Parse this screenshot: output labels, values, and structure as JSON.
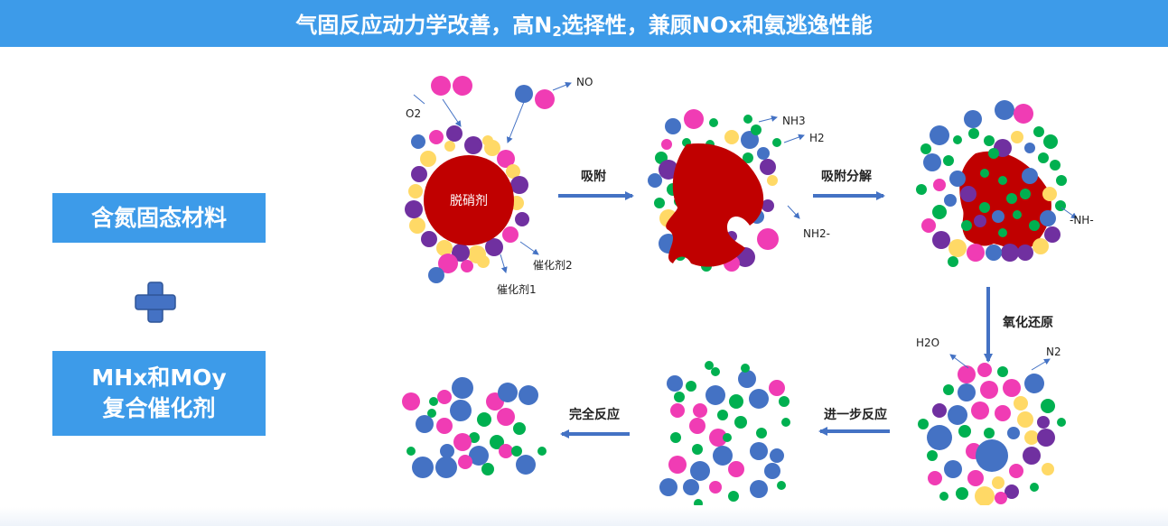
{
  "header": {
    "title_part1": "气固反应动力学改善，高N",
    "title_sub": "2",
    "title_part2": "选择性，兼顾NOx和氨逃逸性能"
  },
  "left_panel": {
    "material_label": "含氮固态材料",
    "catalyst_label_line1": "MHx和MOy",
    "catalyst_label_line2": "复合催化剂"
  },
  "diagram": {
    "core_label": "脱硝剂",
    "labels": {
      "o2": "O2",
      "no": "NO",
      "cat2": "催化剂2",
      "cat1": "催化剂1",
      "nh3": "NH3",
      "h2": "H2",
      "nh2": "NH2-",
      "nh": "-NH-",
      "h2o": "H2O",
      "n2": "N2"
    },
    "steps": {
      "adsorb": "吸附",
      "adsorb_decompose": "吸附分解",
      "redox": "氧化还原",
      "further": "进一步反应",
      "complete": "完全反应"
    }
  },
  "colors": {
    "banner": "#3d9be9",
    "core": "#c00000",
    "pink": "#f03cb4",
    "blue": "#4472c4",
    "purple": "#7030a0",
    "yellow": "#ffd966",
    "green": "#00b050",
    "arrow": "#4472c4"
  }
}
